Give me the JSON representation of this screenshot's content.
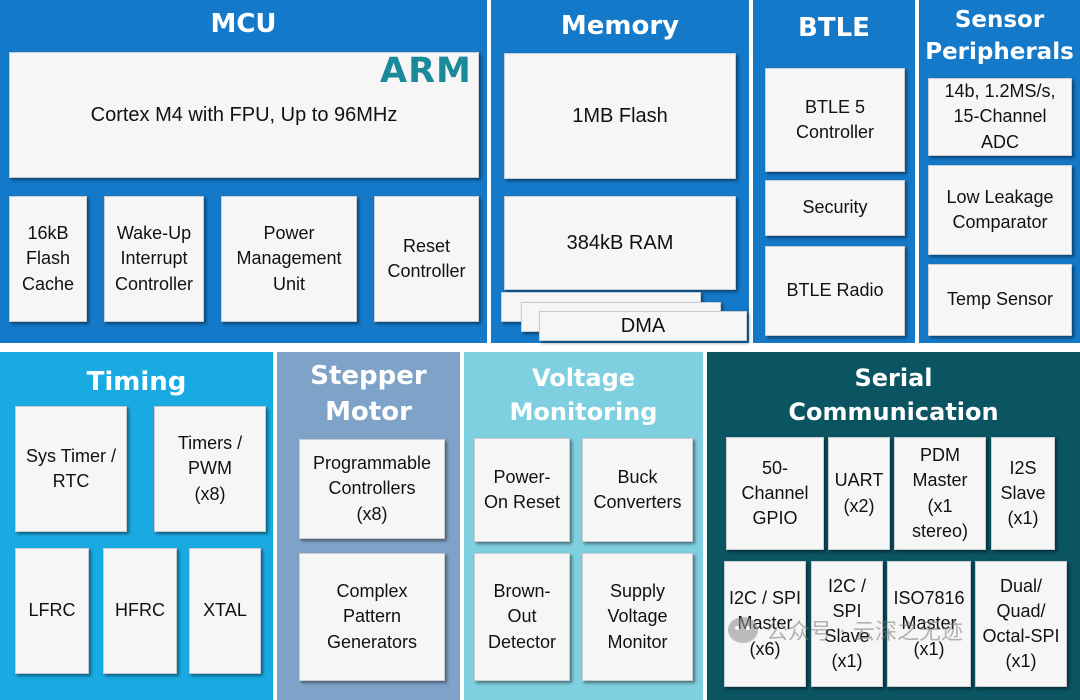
{
  "colors": {
    "mcu": "#1479c8",
    "memory": "#1479c8",
    "btle": "#1479c8",
    "sensor": "#1479c8",
    "timing": "#1aaae2",
    "stepper": "#7fa3c8",
    "voltage": "#7ecfdf",
    "serial": "#0b5461",
    "arm_logo": "#1a8a9a"
  },
  "mcu": {
    "title": "MCU",
    "logo": "ARM",
    "core": "Cortex M4 with FPU, Up to 96MHz",
    "blocks": [
      "16kB\nFlash\nCache",
      "Wake-Up\nInterrupt\nController",
      "Power\nManagement\nUnit",
      "Reset\nController"
    ]
  },
  "memory": {
    "title": "Memory",
    "flash": "1MB Flash",
    "ram": "384kB RAM",
    "dma_stack": "...",
    "dma": "DMA"
  },
  "btle": {
    "title": "BTLE",
    "blocks": [
      "BTLE 5\nController",
      "Security",
      "BTLE Radio"
    ]
  },
  "sensor": {
    "title": "Sensor\nPeripherals",
    "blocks": [
      "14b, 1.2MS/s,\n15-Channel\nADC",
      "Low Leakage\nComparator",
      "Temp Sensor"
    ]
  },
  "timing": {
    "title": "Timing",
    "blocks": [
      "Sys Timer /\nRTC",
      "Timers /\nPWM\n(x8)",
      "LFRC",
      "HFRC",
      "XTAL"
    ]
  },
  "stepper": {
    "title": "Stepper\nMotor",
    "blocks": [
      "Programmable\nControllers\n(x8)",
      "Complex\nPattern\nGenerators"
    ]
  },
  "voltage": {
    "title": "Voltage\nMonitoring",
    "blocks": [
      "Power-\nOn Reset",
      "Buck\nConverters",
      "Brown-\nOut\nDetector",
      "Supply\nVoltage\nMonitor"
    ]
  },
  "serial": {
    "title": "Serial\nCommunication",
    "row1": [
      "50-\nChannel\nGPIO",
      "UART\n(x2)",
      "PDM\nMaster\n(x1\nstereo)",
      "I2S\nSlave\n(x1)"
    ],
    "row2": [
      "I2C / SPI\nMaster\n(x6)",
      "I2C /\nSPI\nSlave\n(x1)",
      "ISO7816\nMaster\n(x1)",
      "Dual/\nQuad/\nOctal-SPI\n(x1)"
    ]
  },
  "watermark": "公众号 · 云深之无迹"
}
